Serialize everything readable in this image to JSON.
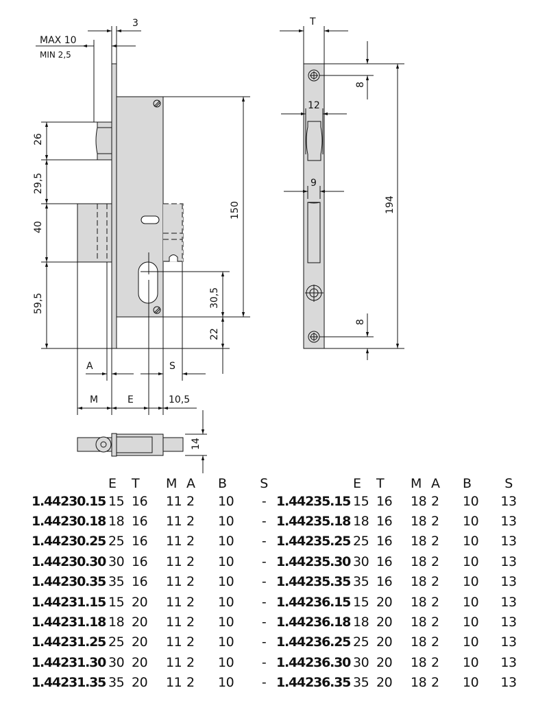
{
  "drawing": {
    "front_view": {
      "dimensions": {
        "faceplate_thickness": "3",
        "door_max": "MAX 10",
        "door_min": "MIN 2,5",
        "latch_height": "26",
        "latch_to_bolt": "29,5",
        "bolt_height": "40",
        "bolt_to_bottom": "59,5",
        "case_height": "150",
        "keyhole_to_case_bottom": "30,5",
        "case_to_plate_bottom": "22",
        "label_A": "A",
        "label_S": "S",
        "label_M": "M",
        "label_E": "E",
        "offset_10_5": "10,5"
      }
    },
    "strike_view": {
      "dimensions": {
        "label_T": "T",
        "top_screw_offset": "8",
        "latch_width": "12",
        "bolt_width": "9",
        "plate_length": "194",
        "bottom_screw_offset": "8"
      }
    },
    "top_view": {
      "dimensions": {
        "depth": "14"
      }
    }
  },
  "table_left": {
    "headers": [
      "E",
      "T",
      "M",
      "A",
      "B",
      "S"
    ],
    "rows": [
      {
        "code": "1.44230.15",
        "E": "15",
        "T": "16",
        "M": "11",
        "A": "2",
        "B": "10",
        "S": "-"
      },
      {
        "code": "1.44230.18",
        "E": "18",
        "T": "16",
        "M": "11",
        "A": "2",
        "B": "10",
        "S": "-"
      },
      {
        "code": "1.44230.25",
        "E": "25",
        "T": "16",
        "M": "11",
        "A": "2",
        "B": "10",
        "S": "-"
      },
      {
        "code": "1.44230.30",
        "E": "30",
        "T": "16",
        "M": "11",
        "A": "2",
        "B": "10",
        "S": "-"
      },
      {
        "code": "1.44230.35",
        "E": "35",
        "T": "16",
        "M": "11",
        "A": "2",
        "B": "10",
        "S": "-"
      },
      {
        "code": "1.44231.15",
        "E": "15",
        "T": "20",
        "M": "11",
        "A": "2",
        "B": "10",
        "S": "-"
      },
      {
        "code": "1.44231.18",
        "E": "18",
        "T": "20",
        "M": "11",
        "A": "2",
        "B": "10",
        "S": "-"
      },
      {
        "code": "1.44231.25",
        "E": "25",
        "T": "20",
        "M": "11",
        "A": "2",
        "B": "10",
        "S": "-"
      },
      {
        "code": "1.44231.30",
        "E": "30",
        "T": "20",
        "M": "11",
        "A": "2",
        "B": "10",
        "S": "-"
      },
      {
        "code": "1.44231.35",
        "E": "35",
        "T": "20",
        "M": "11",
        "A": "2",
        "B": "10",
        "S": "-"
      }
    ]
  },
  "table_right": {
    "headers": [
      "E",
      "T",
      "M",
      "A",
      "B",
      "S"
    ],
    "rows": [
      {
        "code": "1.44235.15",
        "E": "15",
        "T": "16",
        "M": "18",
        "A": "2",
        "B": "10",
        "S": "13"
      },
      {
        "code": "1.44235.18",
        "E": "18",
        "T": "16",
        "M": "18",
        "A": "2",
        "B": "10",
        "S": "13"
      },
      {
        "code": "1.44235.25",
        "E": "25",
        "T": "16",
        "M": "18",
        "A": "2",
        "B": "10",
        "S": "13"
      },
      {
        "code": "1.44235.30",
        "E": "30",
        "T": "16",
        "M": "18",
        "A": "2",
        "B": "10",
        "S": "13"
      },
      {
        "code": "1.44235.35",
        "E": "35",
        "T": "16",
        "M": "18",
        "A": "2",
        "B": "10",
        "S": "13"
      },
      {
        "code": "1.44236.15",
        "E": "15",
        "T": "20",
        "M": "18",
        "A": "2",
        "B": "10",
        "S": "13"
      },
      {
        "code": "1.44236.18",
        "E": "18",
        "T": "20",
        "M": "18",
        "A": "2",
        "B": "10",
        "S": "13"
      },
      {
        "code": "1.44236.25",
        "E": "25",
        "T": "20",
        "M": "18",
        "A": "2",
        "B": "10",
        "S": "13"
      },
      {
        "code": "1.44236.30",
        "E": "30",
        "T": "20",
        "M": "18",
        "A": "2",
        "B": "10",
        "S": "13"
      },
      {
        "code": "1.44236.35",
        "E": "35",
        "T": "20",
        "M": "18",
        "A": "2",
        "B": "10",
        "S": "13"
      }
    ]
  },
  "colors": {
    "part_fill": "#d9d9d9",
    "line": "#111111"
  }
}
